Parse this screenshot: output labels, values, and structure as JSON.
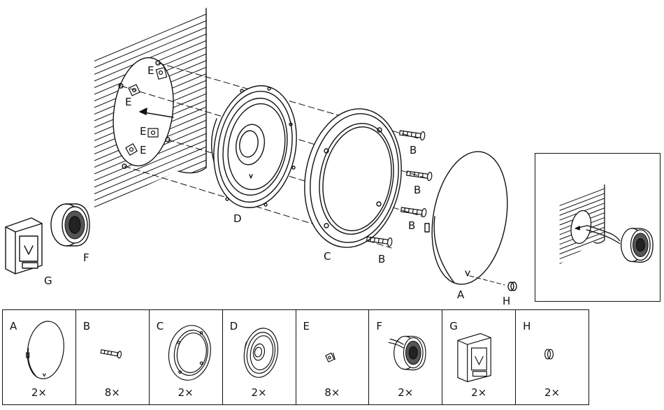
{
  "labels": {
    "A": "A",
    "B": "B",
    "C": "C",
    "D": "D",
    "E": "E",
    "F": "F",
    "G": "G",
    "H": "H"
  },
  "parts": [
    {
      "letter": "A",
      "qty": "2×"
    },
    {
      "letter": "B",
      "qty": "8×"
    },
    {
      "letter": "C",
      "qty": "2×"
    },
    {
      "letter": "D",
      "qty": "2×"
    },
    {
      "letter": "E",
      "qty": "8×"
    },
    {
      "letter": "F",
      "qty": "2×"
    },
    {
      "letter": "G",
      "qty": "2×"
    },
    {
      "letter": "H",
      "qty": "2×"
    }
  ]
}
